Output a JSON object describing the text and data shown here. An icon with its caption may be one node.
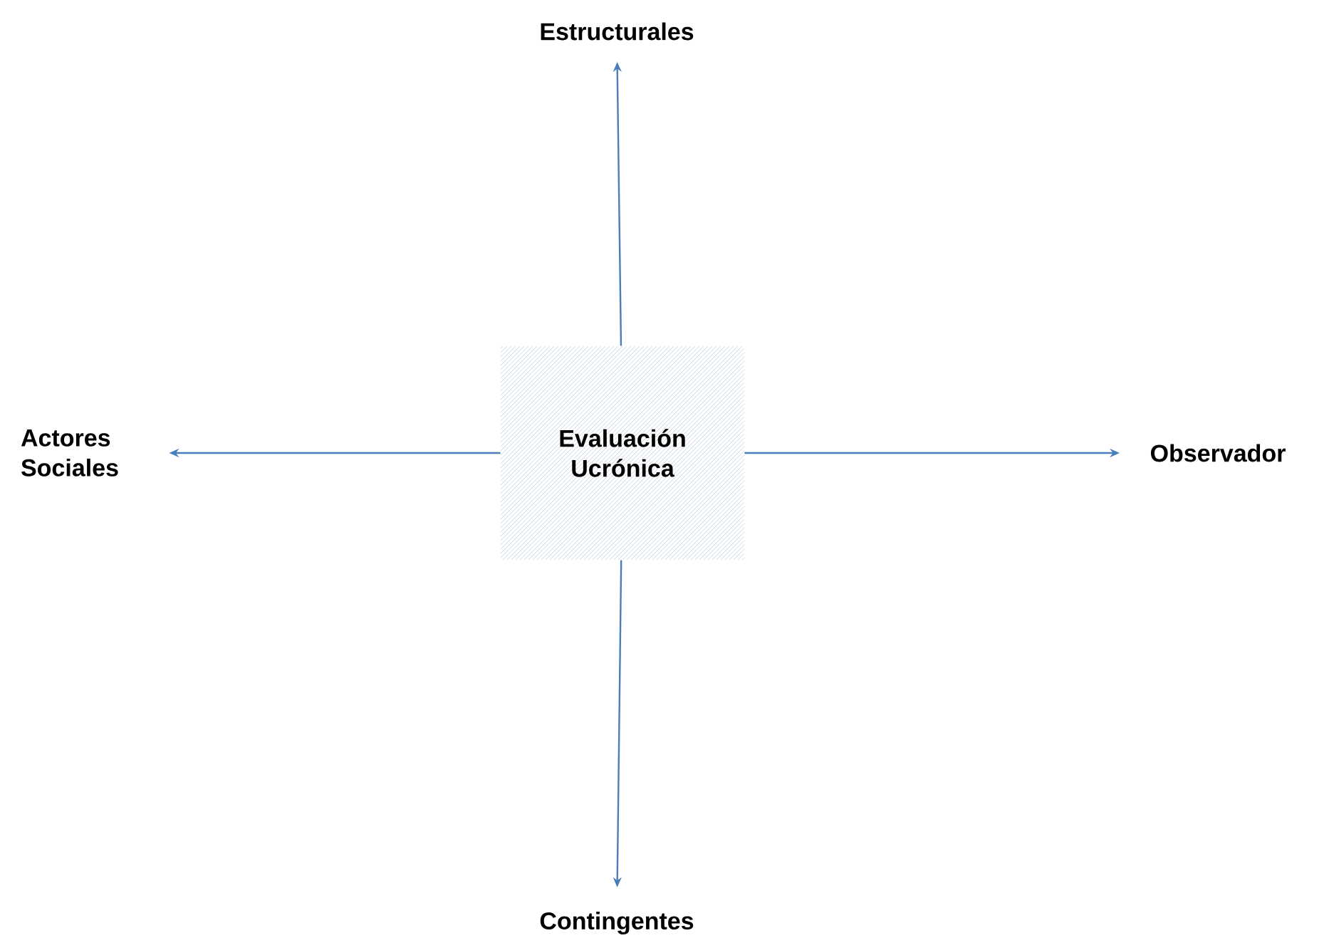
{
  "diagram": {
    "nodes": [
      {
        "text": [
          "Estructurales"
        ]
      },
      {
        "text": [
          "Actores Sociales"
        ]
      },
      {
        "text": [
          "Evaluación Ucrónica"
        ]
      },
      {
        "text": [
          "Observador"
        ]
      },
      {
        "text": [
          "Contingentes"
        ]
      }
    ],
    "edges": [
      {
        "from": 2,
        "to": 0,
        "arrow": "to"
      },
      {
        "from": 2,
        "to": 1,
        "arrow": "to"
      },
      {
        "from": 2,
        "to": 3,
        "arrow": "to"
      },
      {
        "from": 2,
        "to": 4,
        "arrow": "to"
      }
    ]
  }
}
